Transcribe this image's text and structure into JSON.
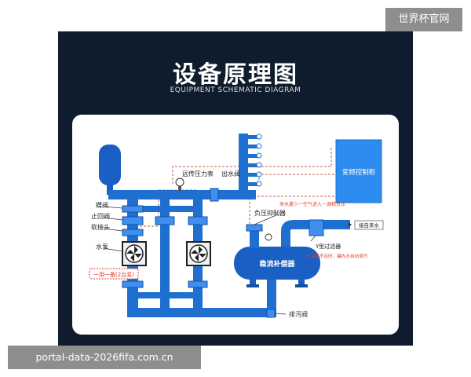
{
  "header": {
    "title": "设备原理图",
    "subtitle": "EQUIPMENT SCHEMATIC DIAGRAM"
  },
  "watermarks": {
    "top_right": "世界杯官网",
    "bottom_left": "portal-data-2026fifa.com.cn"
  },
  "labels": {
    "remote_gauge": "远传压力表",
    "outlet_valve": "出水阀",
    "vfd_cabinet": "变频控制柜",
    "butterfly_valve": "蝶阀",
    "check_valve": "止回阀",
    "soft_joint": "软接头",
    "pump": "水泵",
    "one_use_one_standby": "一用一备(2台泵)",
    "negative_pressure": "负压抑制器",
    "inflow_note": "来水量少一空气进入一调释负压",
    "tap_water": "接自来水",
    "y_filter": "Y型过滤器",
    "supply_note": "来水量不足时，罐内水自动调节",
    "tank": "稳流补偿器",
    "drain_valve": "排污阀"
  },
  "colors": {
    "pipe": "#1e6fd0",
    "pipe_light": "#3f8ff0",
    "tank": "#1a5fc4",
    "cabinet": "#2d8cf0",
    "red_note": "#e53a2e",
    "panel_bg": "#0f1c2e"
  }
}
